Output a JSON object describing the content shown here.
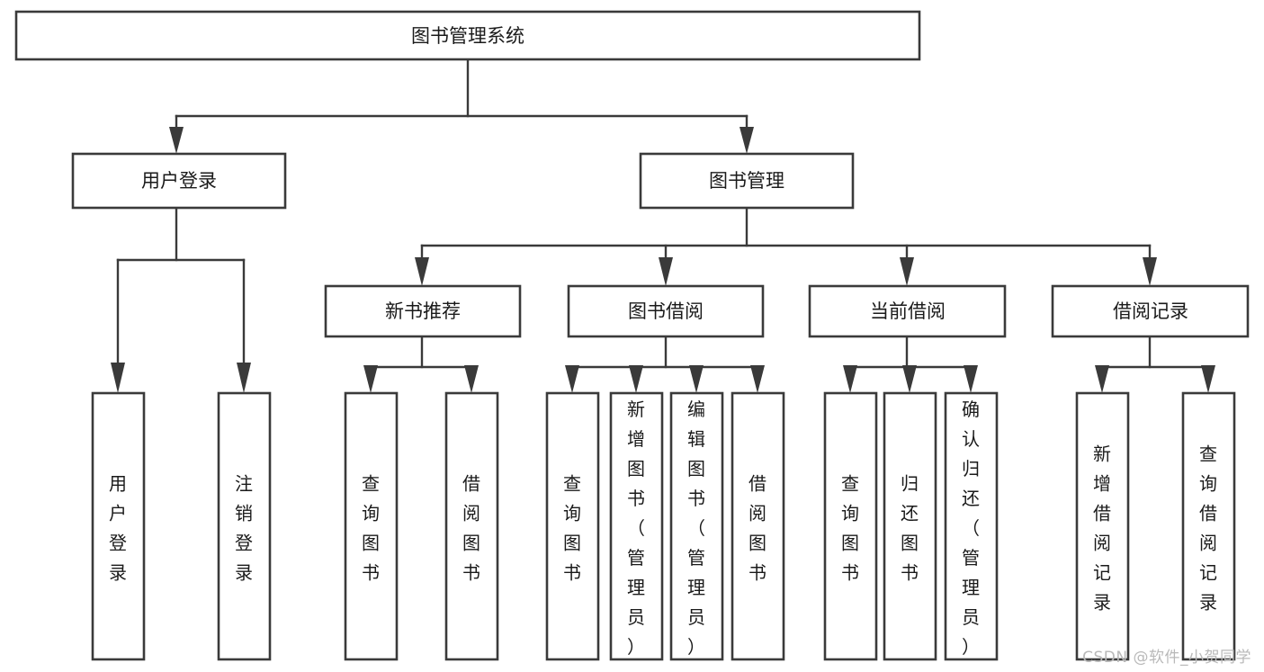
{
  "diagram": {
    "type": "tree-hierarchy-diagram",
    "title": "图书管理系统",
    "orientation": "top-down",
    "colors": {
      "box_stroke": "#3a3a3a",
      "box_fill": "#ffffff",
      "connector": "#3a3a3a",
      "text": "#1a1a1a",
      "background": "#ffffff",
      "watermark": "#b9b9b9"
    },
    "root": {
      "label": "图书管理系统"
    },
    "level1": [
      {
        "label": "用户登录"
      },
      {
        "label": "图书管理"
      }
    ],
    "level2": [
      {
        "label": "新书推荐"
      },
      {
        "label": "图书借阅"
      },
      {
        "label": "当前借阅"
      },
      {
        "label": "借阅记录"
      }
    ],
    "leaves": {
      "user_login": [
        {
          "label": "用户登录"
        },
        {
          "label": "注销登录"
        }
      ],
      "new_book_recommend": [
        {
          "label": "查询图书"
        },
        {
          "label": "借阅图书"
        }
      ],
      "book_borrow": [
        {
          "label": "查询图书"
        },
        {
          "label": "新增图书（管理员）"
        },
        {
          "label": "编辑图书（管理员）"
        },
        {
          "label": "借阅图书"
        }
      ],
      "current_borrow": [
        {
          "label": "查询图书"
        },
        {
          "label": "归还图书"
        },
        {
          "label": "确认归还（管理员）"
        }
      ],
      "borrow_record": [
        {
          "label": "新增借阅记录"
        },
        {
          "label": "查询借阅记录"
        }
      ]
    }
  },
  "watermark": {
    "text": "CSDN @软件_小贺同学"
  }
}
